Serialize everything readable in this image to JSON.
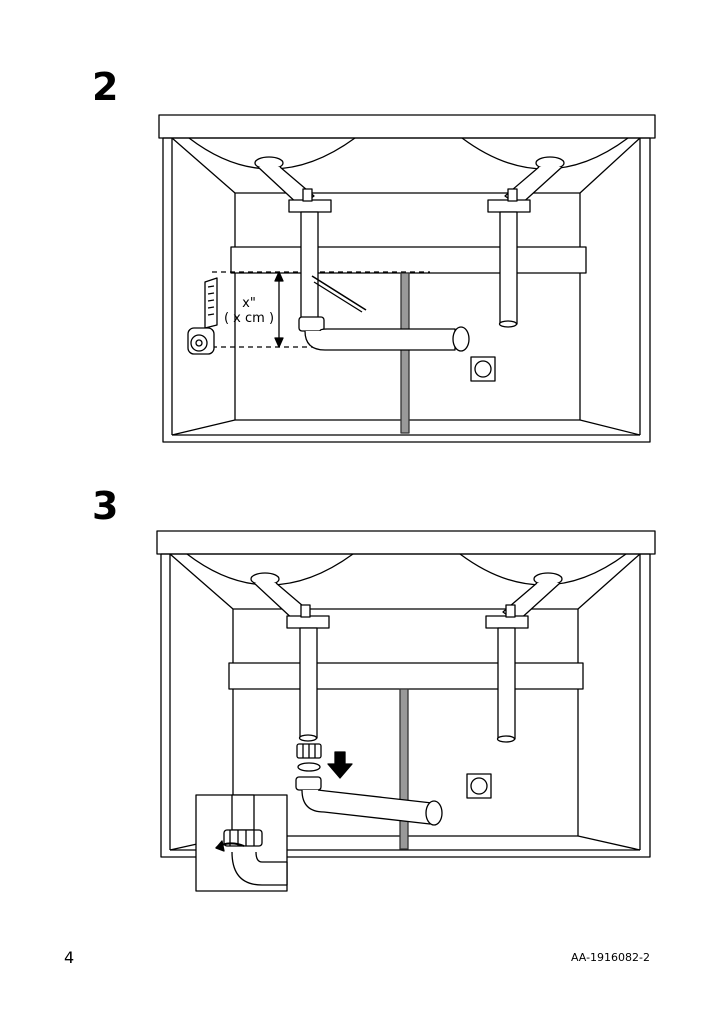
{
  "steps": [
    {
      "number": "2"
    },
    {
      "number": "3"
    }
  ],
  "measurement": {
    "inches": "x\"",
    "centimeters": "( x cm )"
  },
  "footer": {
    "page_number": "4",
    "document_id": "AA-1916082-2"
  }
}
